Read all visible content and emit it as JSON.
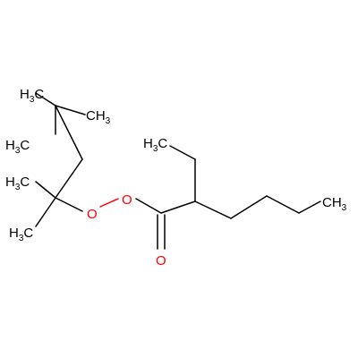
{
  "molecule": {
    "atoms": {
      "top_ch3_left": "H3C",
      "top_ch3_right": "CH3",
      "mid_ch3_left": "H3C",
      "bottom_ch3_left": "H3C",
      "peroxide_o1": "O",
      "peroxide_o2": "O",
      "carbonyl_o": "O",
      "ethyl_ch3": "H3C",
      "butyl_ch3": "CH3"
    },
    "colors": {
      "carbon_bond": "#000000",
      "oxygen": "#ff0000",
      "background": "#ffffff"
    }
  }
}
